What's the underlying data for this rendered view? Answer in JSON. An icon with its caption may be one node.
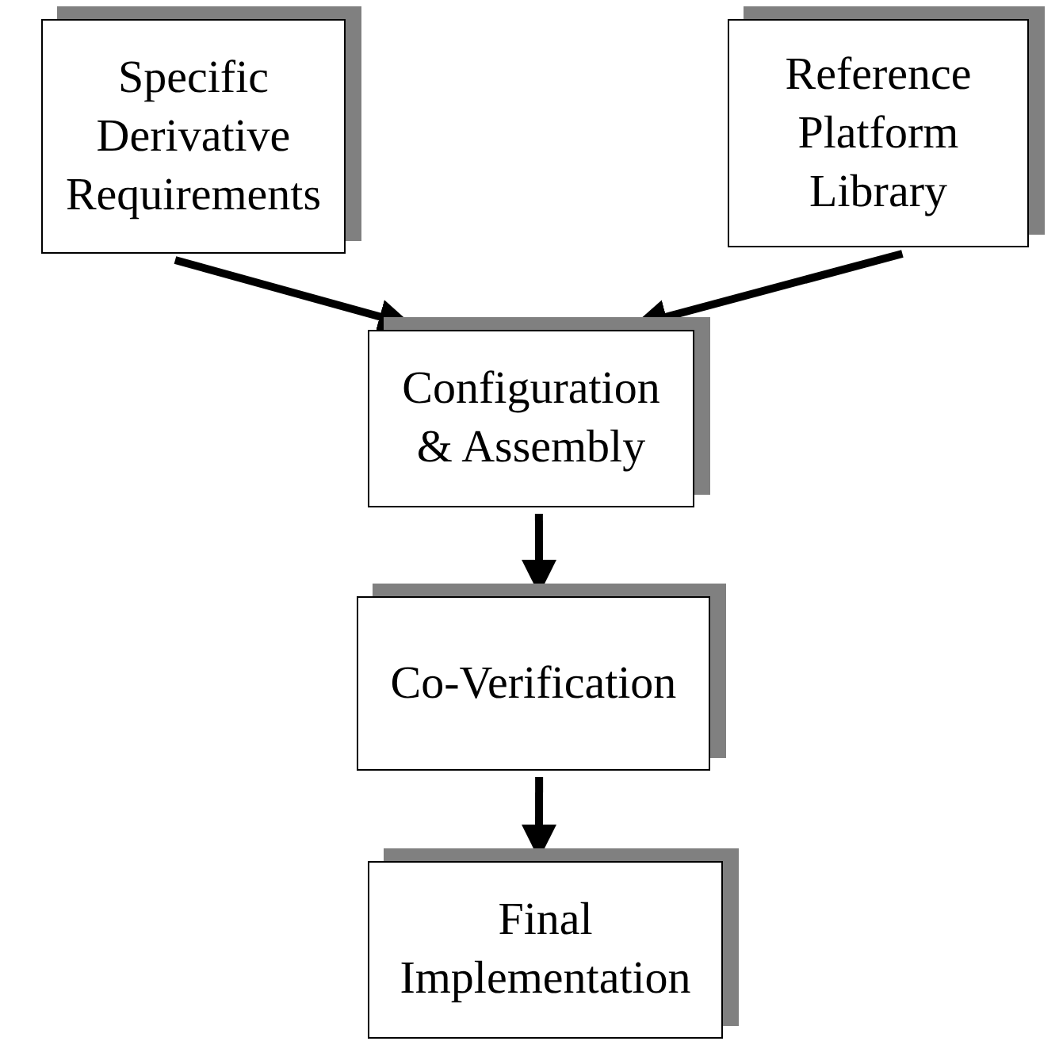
{
  "diagram": {
    "nodes": [
      {
        "text": [
          "Specific Derivative Requirements"
        ]
      },
      {
        "text": [
          "Reference Platform Library"
        ]
      },
      {
        "text": [
          "Configuration & Assembly"
        ]
      },
      {
        "text": [
          "Co-Verification"
        ]
      },
      {
        "text": [
          "Final Implementation"
        ]
      }
    ],
    "edges": [
      {
        "from": 0,
        "to": 2,
        "arrow": "to"
      },
      {
        "from": 1,
        "to": 2,
        "arrow": "to"
      },
      {
        "from": 2,
        "to": 3,
        "arrow": "to"
      },
      {
        "from": 3,
        "to": 4,
        "arrow": "to"
      }
    ]
  }
}
